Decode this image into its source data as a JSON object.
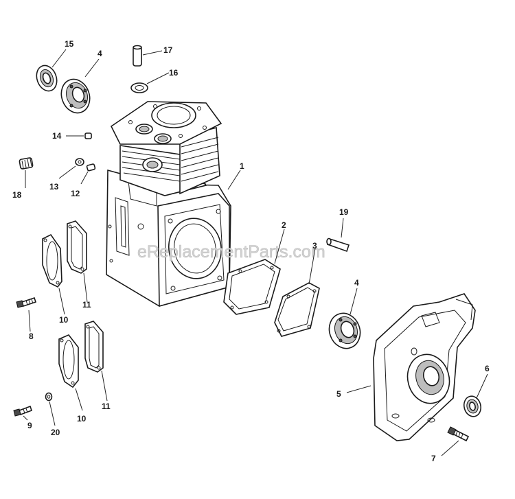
{
  "watermark": "eReplacementParts.com",
  "callouts": {
    "c1": "1",
    "c2": "2",
    "c3": "3",
    "c4a": "4",
    "c4b": "4",
    "c5": "5",
    "c6": "6",
    "c7": "7",
    "c8": "8",
    "c9": "9",
    "c10a": "10",
    "c10b": "10",
    "c11a": "11",
    "c11b": "11",
    "c12": "12",
    "c13": "13",
    "c14": "14",
    "c15": "15",
    "c16": "16",
    "c17": "17",
    "c18": "18",
    "c19": "19",
    "c20": "20"
  }
}
